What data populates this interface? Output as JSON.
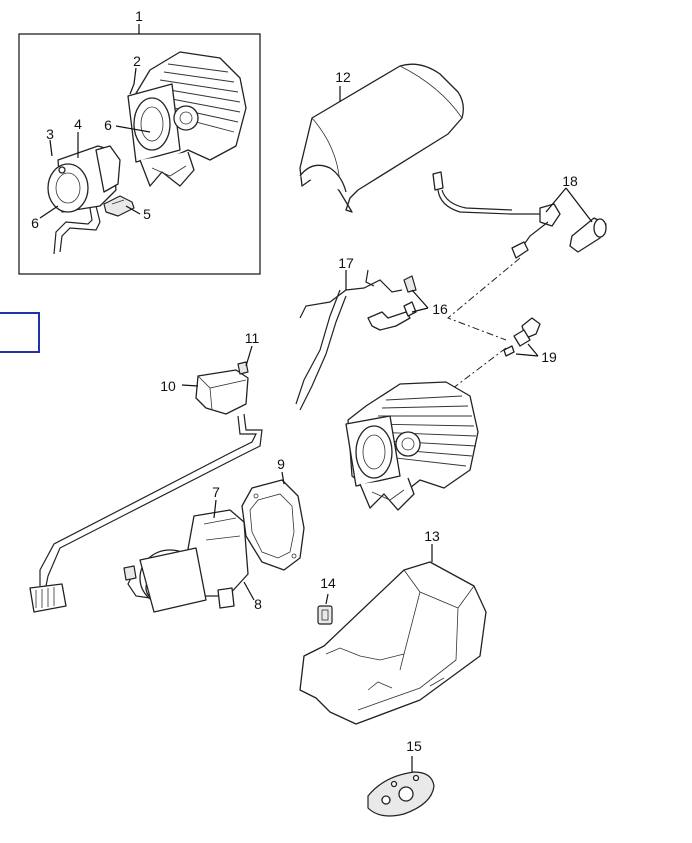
{
  "colors": {
    "line": "#111111",
    "part_fill": "#ffffff",
    "shade": "#e9e9e9",
    "highlight_box": "#2233aa"
  },
  "callouts": {
    "c1": "1",
    "c2": "2",
    "c3": "3",
    "c4": "4",
    "c5": "5",
    "c6a": "6",
    "c6b": "6",
    "c7": "7",
    "c8": "8",
    "c9": "9",
    "c10": "10",
    "c11": "11",
    "c12": "12",
    "c13": "13",
    "c14": "14",
    "c15": "15",
    "c16": "16",
    "c17": "17",
    "c18": "18",
    "c19": "19"
  }
}
